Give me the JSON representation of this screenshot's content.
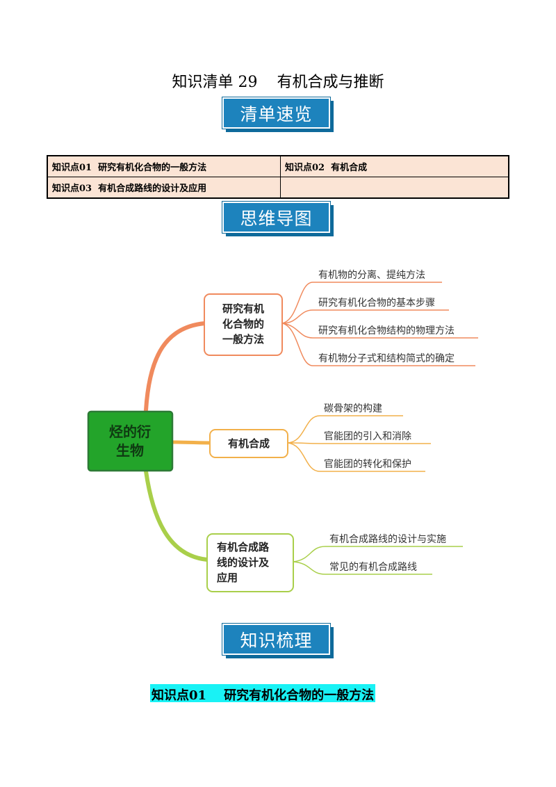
{
  "title": "知识清单 29    有机合成与推断",
  "banners": {
    "list": "清单速览",
    "mindmap": "思维导图",
    "knowledge": "知识梳理"
  },
  "toc": [
    "知识点01  研究有机化合物的一般方法",
    "知识点02  有机合成",
    "知识点03  有机合成路线的设计及应用",
    ""
  ],
  "mindmap": {
    "root": [
      "烃的衍",
      "生物"
    ],
    "branches": [
      {
        "label": [
          "研究有机",
          "化合物的",
          "一般方法"
        ],
        "color": "#f08a5d",
        "leaves": [
          "有机物的分离、提纯方法",
          "研究有机化合物的基本步骤",
          "研究有机化合物结构的物理方法",
          "有机物分子式和结构简式的确定"
        ]
      },
      {
        "label": [
          "有机合成"
        ],
        "color": "#f2b04a",
        "leaves": [
          "碳骨架的构建",
          "官能团的引入和消除",
          "官能团的转化和保护"
        ]
      },
      {
        "label": [
          "有机合成路",
          "线的设计及",
          "应用"
        ],
        "color": "#a9cf4a",
        "leaves": [
          "有机合成路线的设计与实施",
          "常见的有机合成路线"
        ]
      }
    ],
    "root_color": "#23a42a"
  },
  "section_heading": "知识点01    研究有机化合物的一般方法"
}
